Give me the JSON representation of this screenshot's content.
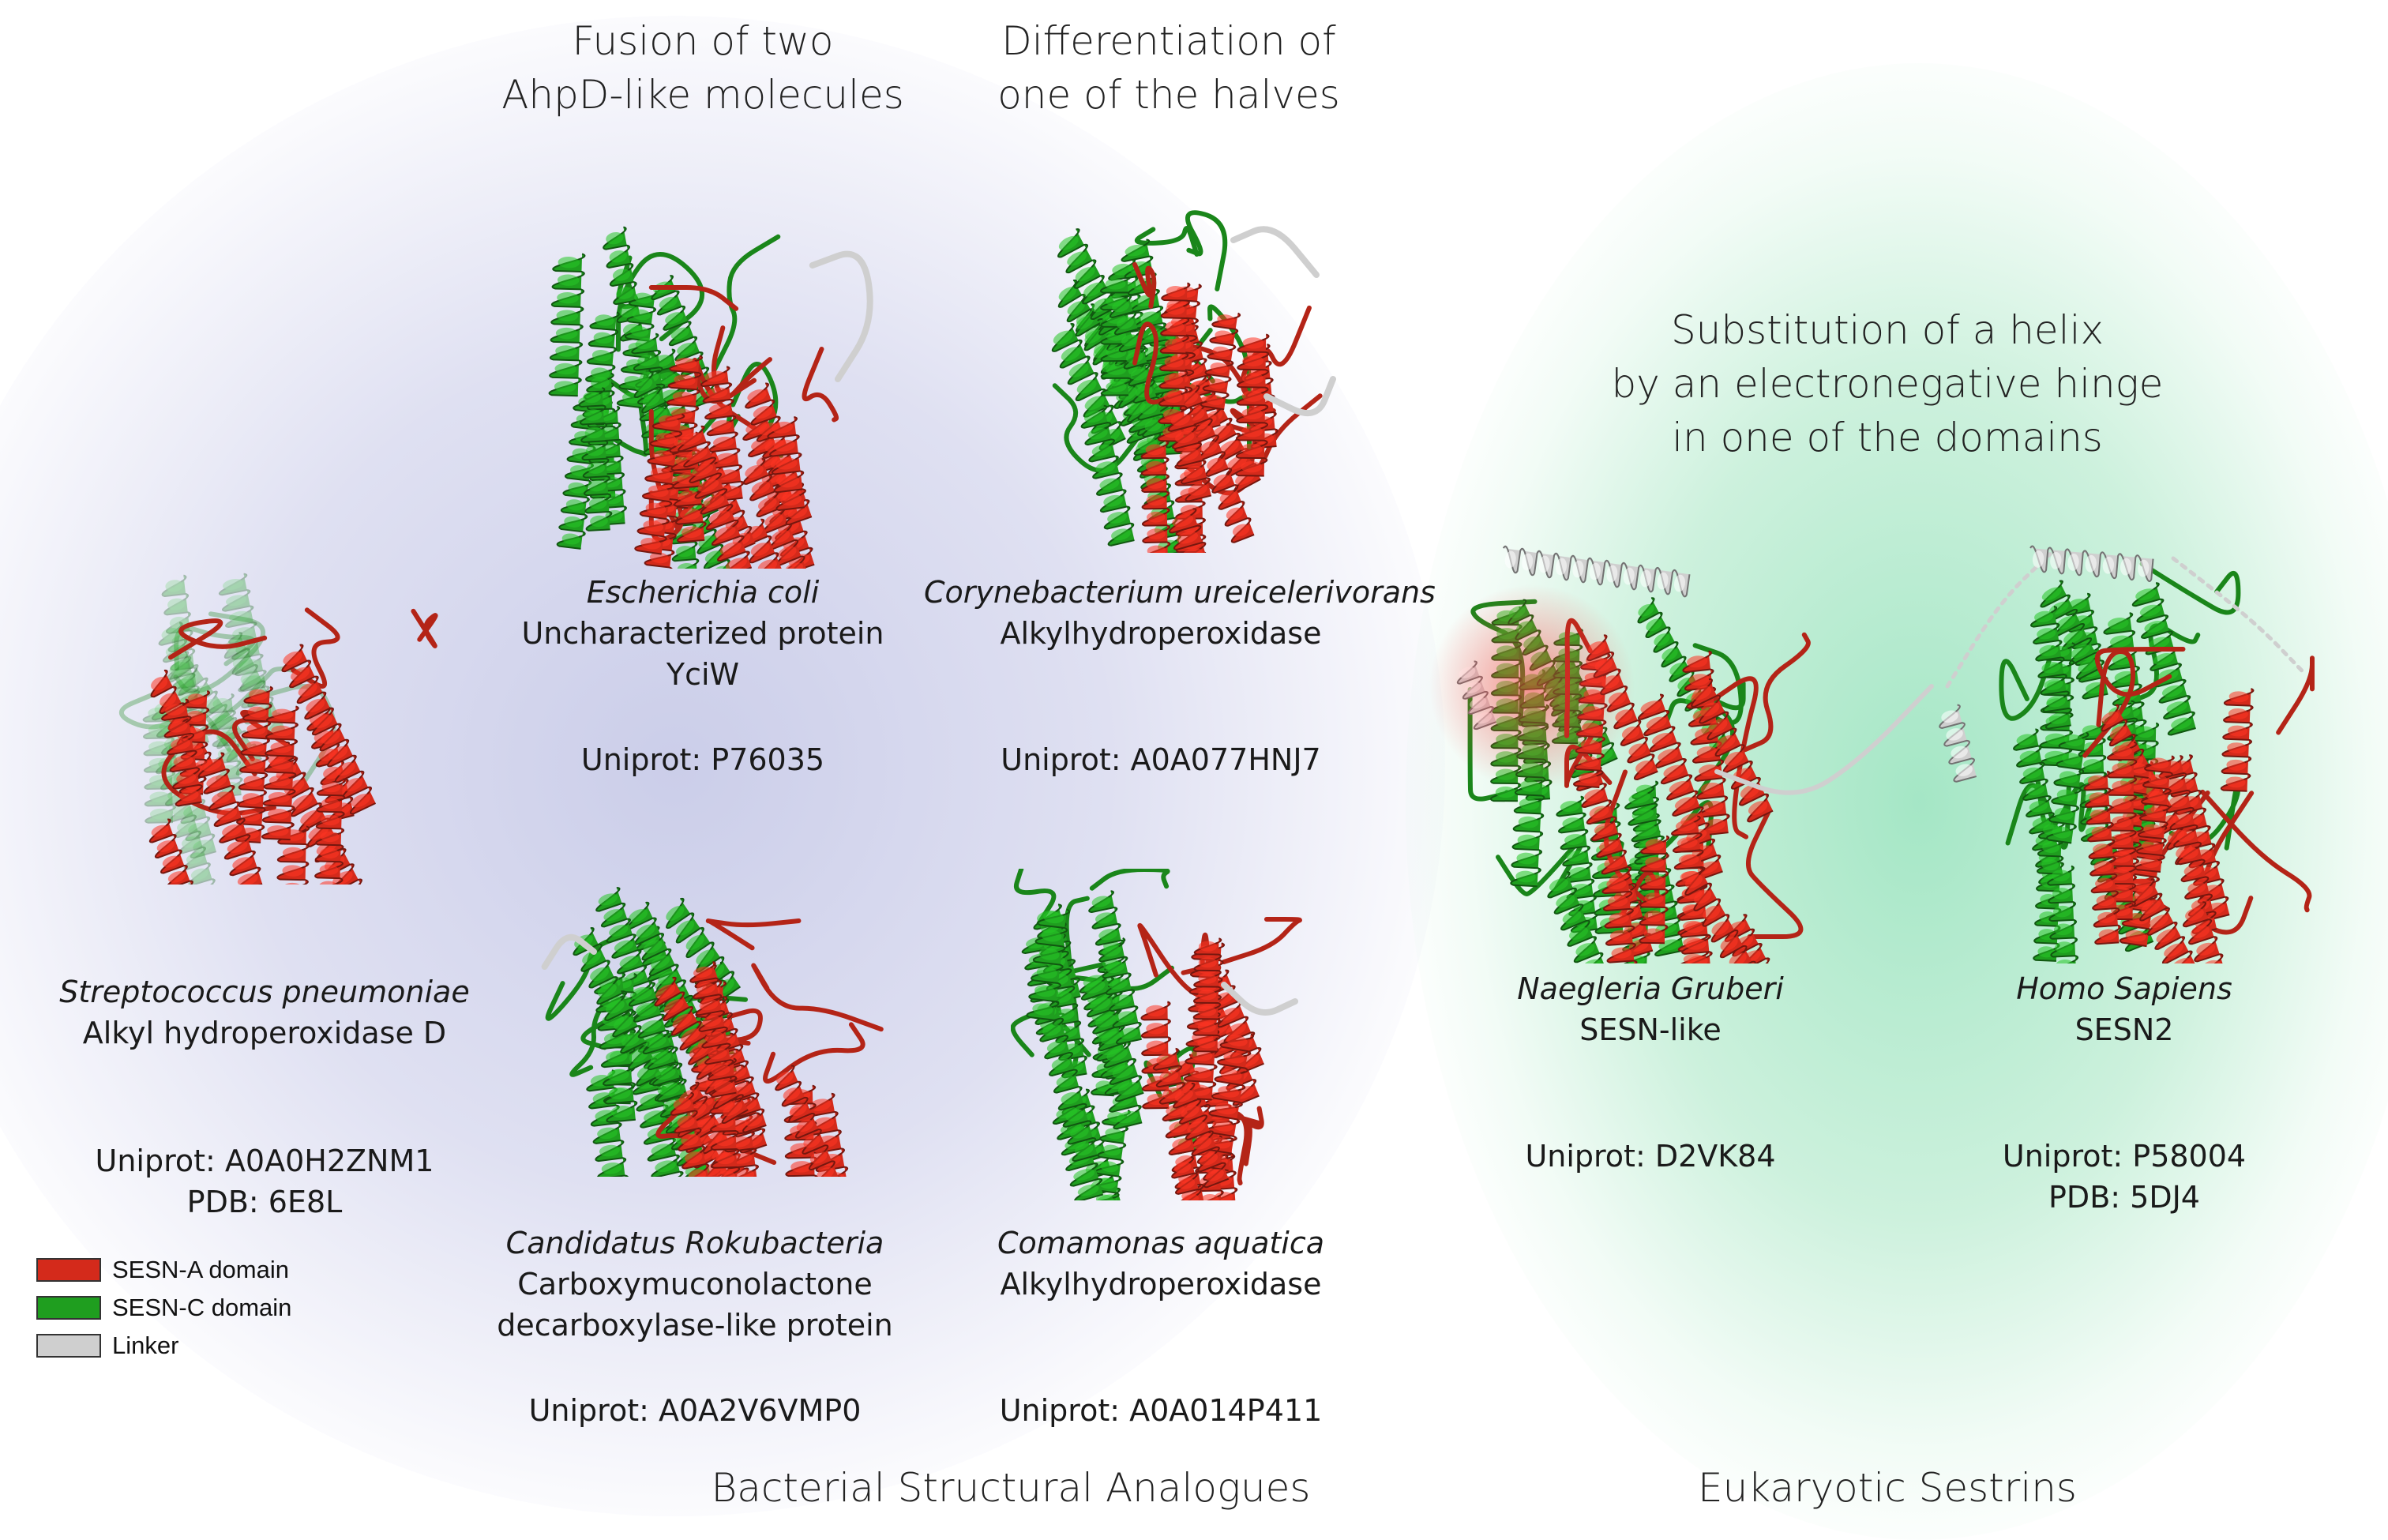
{
  "headings": {
    "fusion": [
      "Fusion of two",
      "AhpD-like molecules"
    ],
    "differentiation": [
      "Differentiation of",
      "one of the halves"
    ],
    "substitution": [
      "Substitution of a helix",
      "by an electronegative hinge",
      "in one of the domains"
    ],
    "bacterial": "Bacterial Structural Analogues",
    "eukaryotic": "Eukaryotic Sestrins"
  },
  "proteins": {
    "strep": {
      "species": "Streptococcus pneumoniae",
      "desc": [
        "Alkyl hydroperoxidase D"
      ],
      "ids": [
        "Uniprot: A0A0H2ZNM1",
        "PDB: 6E8L"
      ]
    },
    "ecoli": {
      "species": "Escherichia coli",
      "desc": [
        "Uncharacterized protein",
        "YciW"
      ],
      "ids": [
        "Uniprot: P76035"
      ]
    },
    "coryne": {
      "species": "Corynebacterium ureicelerivorans",
      "desc": [
        "Alkylhydroperoxidase"
      ],
      "ids": [
        "Uniprot: A0A077HNJ7"
      ]
    },
    "candidatus": {
      "species": "Candidatus Rokubacteria",
      "desc": [
        "Carboxymuconolactone",
        "decarboxylase-like protein"
      ],
      "ids": [
        "Uniprot: A0A2V6VMP0"
      ]
    },
    "comamonas": {
      "species": "Comamonas aquatica",
      "desc": [
        "Alkylhydroperoxidase"
      ],
      "ids": [
        "Uniprot: A0A014P411"
      ]
    },
    "naegleria": {
      "species": "Naegleria Gruberi",
      "desc": [
        "SESN-like"
      ],
      "ids": [
        "Uniprot: D2VK84"
      ]
    },
    "homo": {
      "species": "Homo Sapiens",
      "desc": [
        "SESN2"
      ],
      "ids": [
        "Uniprot: P58004",
        "PDB: 5DJ4"
      ]
    }
  },
  "legend": [
    {
      "label": "SESN-A domain",
      "color": "#d42a1b"
    },
    {
      "label": "SESN-C domain",
      "color": "#1f9e1f"
    },
    {
      "label": "Linker",
      "color": "#cfcfcf"
    }
  ],
  "colors": {
    "sesn_a": "#d42a1b",
    "sesn_c": "#1f9e1f",
    "linker": "#cfcfcf"
  }
}
